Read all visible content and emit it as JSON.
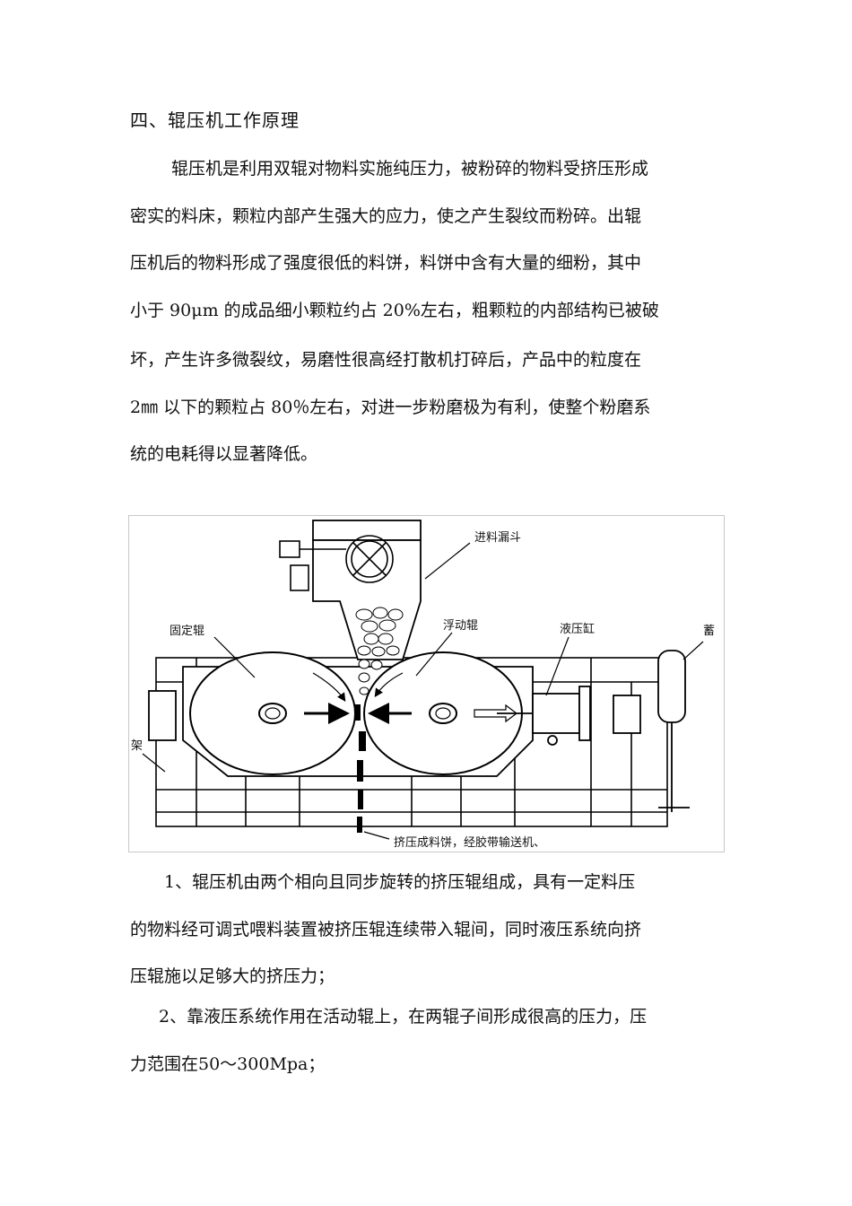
{
  "heading": "四、辊压机工作原理",
  "intro_lines": [
    "辊压机是利用双辊对物料实施纯压力，被粉碎的物料受挤压形成",
    "密实的料床，颗粒内部产生强大的应力，使之产生裂纹而粉碎。出辊",
    "压机后的物料形成了强度很低的料饼，料饼中含有大量的细粉，其中",
    "小于 90μm  的成品细小颗粒约占 20%左右，粗颗粒的内部结构已被破",
    "坏，产生许多微裂纹，易磨性很高经打散机打碎后，产品中的粒度在",
    "2㎜ 以下的颗粒占 80％左右，对进一步粉磨极为有利，使整个粉磨系",
    "统的电耗得以显著降低。"
  ],
  "diagram": {
    "labels": {
      "hopper": "进料漏斗",
      "fixed_roll": "固定辊",
      "floating_roll": "浮动辊",
      "cylinder": "液压缸",
      "accumulator": "蓄",
      "frame": "架",
      "output": "挤压成料饼，经胶带输送机、"
    }
  },
  "items": [
    {
      "lines": [
        "1、辊压机由两个相向且同步旋转的挤压辊组成，具有一定料压",
        "的物料经可调式喂料装置被挤压辊连续带入辊间，同时液压系统向挤",
        "压辊施以足够大的挤压力；"
      ]
    },
    {
      "lines": [
        "2、靠液压系统作用在活动辊上，在两辊子间形成很高的压力，压",
        "力范围在50～300Mpa；"
      ]
    }
  ]
}
